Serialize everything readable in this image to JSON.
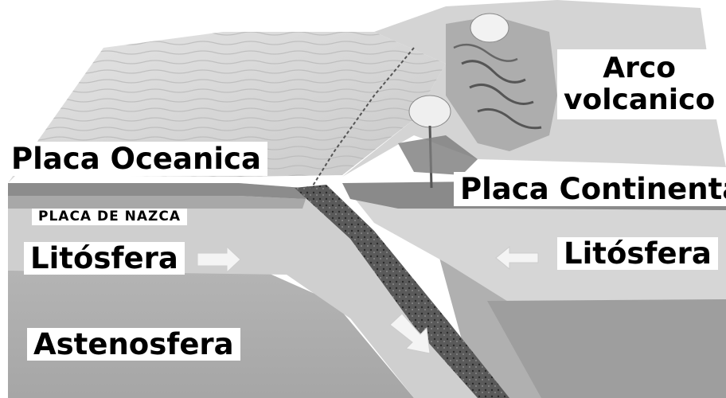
{
  "labels": {
    "arco_line1": "Arco",
    "arco_line2": "volcanico",
    "placa_oceanica": "Placa Oceanica",
    "placa_continental": "Placa Continental",
    "placa_nazca": "PLACA DE NAZCA",
    "litosfera_left": "Litósfera",
    "litosfera_right": "Litósfera",
    "astenosfera": "Astenosfera"
  }
}
